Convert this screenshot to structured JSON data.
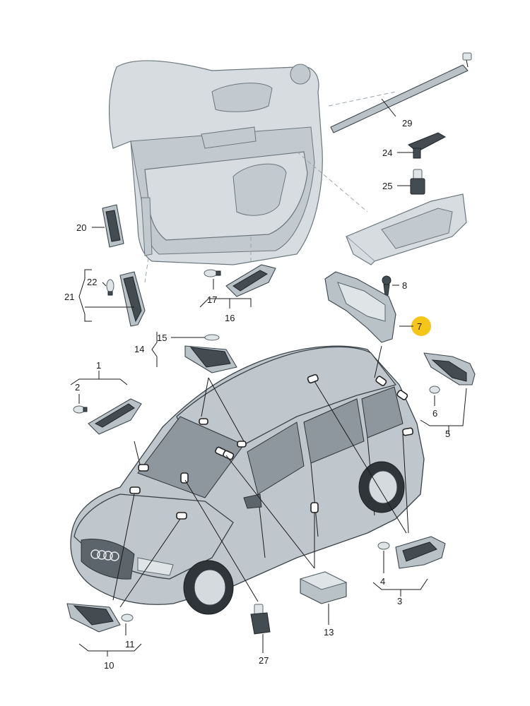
{
  "callouts": {
    "c1": "1",
    "c2": "2",
    "c3": "3",
    "c4": "4",
    "c5": "5",
    "c6": "6",
    "c7": "7",
    "c8": "8",
    "c10": "10",
    "c11": "11",
    "c13": "13",
    "c14": "14",
    "c15": "15",
    "c16": "16",
    "c17": "17",
    "c20": "20",
    "c21": "21",
    "c22": "22",
    "c24": "24",
    "c25": "25",
    "c27": "27",
    "c29": "29"
  },
  "colors": {
    "highlight": "#f5c518",
    "line": "#1a1a1a",
    "part": "#b9c2c7"
  }
}
